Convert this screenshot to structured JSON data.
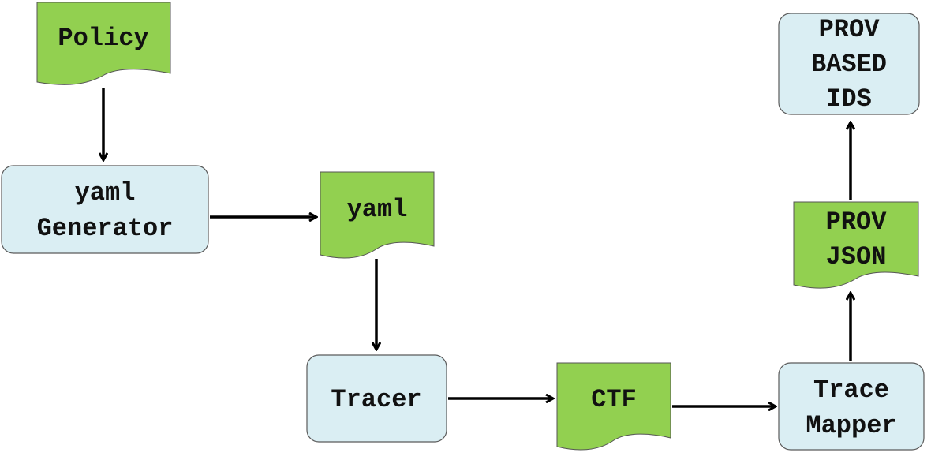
{
  "colors": {
    "document_fill": "#92d050",
    "process_fill": "#daeef3",
    "arrow": "#000000"
  },
  "nodes": {
    "policy": {
      "kind": "document",
      "lines": [
        "Policy"
      ]
    },
    "yaml_generator": {
      "kind": "process",
      "lines": [
        "yaml",
        "Generator"
      ]
    },
    "yaml_file": {
      "kind": "document",
      "lines": [
        "yaml"
      ]
    },
    "tracer": {
      "kind": "process",
      "lines": [
        "Tracer"
      ]
    },
    "ctf": {
      "kind": "document",
      "lines": [
        "CTF"
      ]
    },
    "trace_mapper": {
      "kind": "process",
      "lines": [
        "Trace",
        "Mapper"
      ]
    },
    "prov_json": {
      "kind": "document",
      "lines": [
        "PROV",
        "JSON"
      ]
    },
    "prov_ids": {
      "kind": "process",
      "lines": [
        "PROV",
        "BASED",
        "IDS"
      ]
    }
  },
  "edges": [
    {
      "from": "policy",
      "to": "yaml_generator"
    },
    {
      "from": "yaml_generator",
      "to": "yaml_file"
    },
    {
      "from": "yaml_file",
      "to": "tracer"
    },
    {
      "from": "tracer",
      "to": "ctf"
    },
    {
      "from": "ctf",
      "to": "trace_mapper"
    },
    {
      "from": "trace_mapper",
      "to": "prov_json"
    },
    {
      "from": "prov_json",
      "to": "prov_ids"
    }
  ]
}
